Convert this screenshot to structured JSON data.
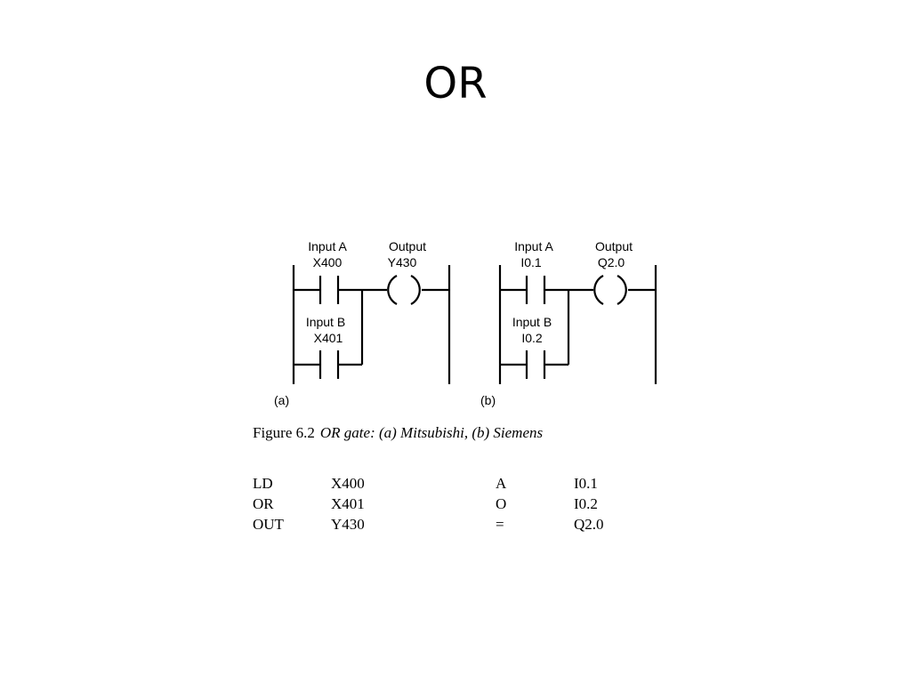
{
  "slide": {
    "title": "OR"
  },
  "diagrams": [
    {
      "label": "(a)",
      "input_a": {
        "name": "Input A",
        "address": "X400"
      },
      "input_b": {
        "name": "Input B",
        "address": "X401"
      },
      "output": {
        "name": "Output",
        "address": "Y430"
      }
    },
    {
      "label": "(b)",
      "input_a": {
        "name": "Input A",
        "address": "I0.1"
      },
      "input_b": {
        "name": "Input B",
        "address": "I0.2"
      },
      "output": {
        "name": "Output",
        "address": "Q2.0"
      }
    }
  ],
  "caption": {
    "number": "Figure 6.2",
    "text": "OR gate: (a) Mitsubishi, (b) Siemens"
  },
  "instruction_lists": [
    {
      "rows": [
        {
          "op": "LD",
          "operand": "X400"
        },
        {
          "op": "OR",
          "operand": "X401"
        },
        {
          "op": "OUT",
          "operand": "Y430"
        }
      ]
    },
    {
      "rows": [
        {
          "op": "A",
          "operand": "I0.1"
        },
        {
          "op": "O",
          "operand": "I0.2"
        },
        {
          "op": "=",
          "operand": "Q2.0"
        }
      ]
    }
  ]
}
